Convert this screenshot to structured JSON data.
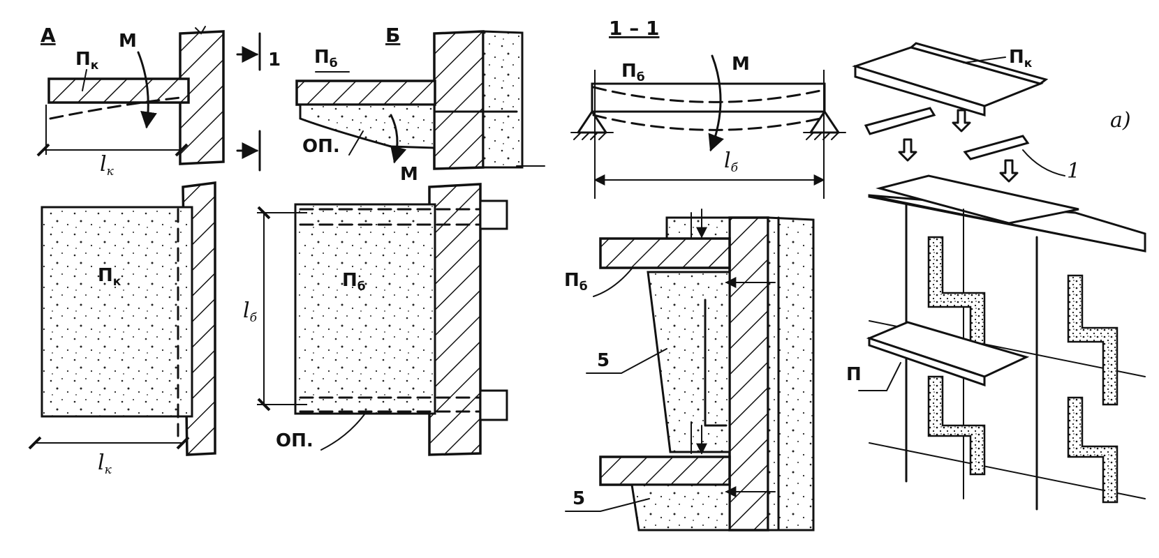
{
  "labels": {
    "view_a": "А",
    "view_b": "Б",
    "section": "1 – 1",
    "variant_a": "а)",
    "pk": "П",
    "pk_sub": "к",
    "pb": "П",
    "pb_sub": "б",
    "p": "П",
    "m": "М",
    "op": "ОП.",
    "lk": "l",
    "lk_sub": "к",
    "lb": "l",
    "lb_sub": "б",
    "num_1": "1",
    "num_5": "5"
  },
  "colors": {
    "ink": "#111111",
    "paper": "#ffffff"
  }
}
